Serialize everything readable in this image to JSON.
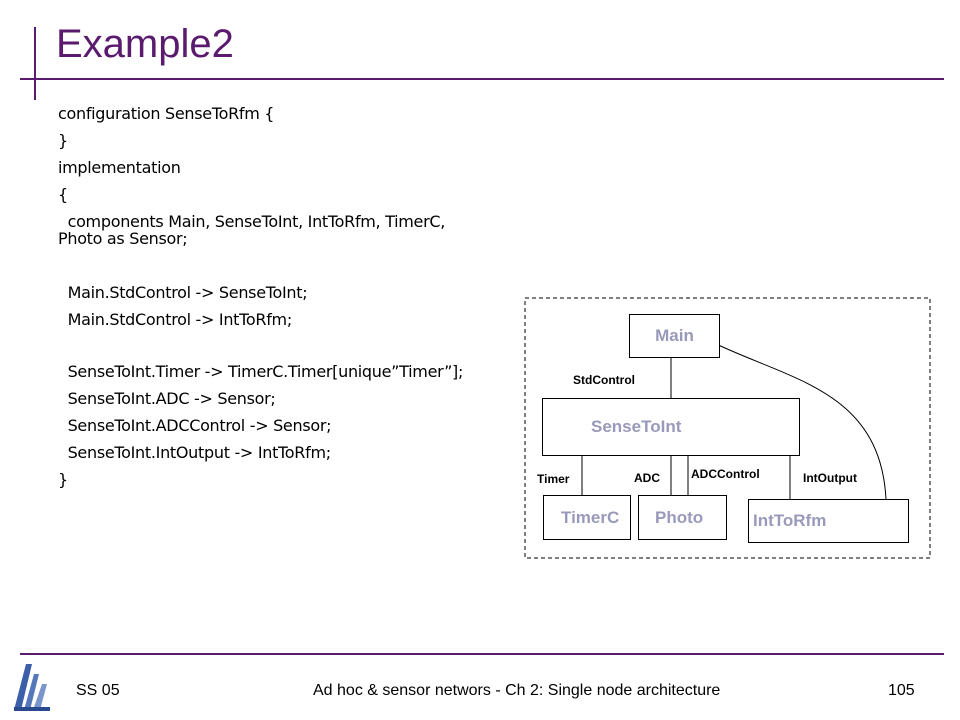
{
  "slide": {
    "title": "Example2",
    "code_lines": [
      "configuration SenseToRfm {",
      "}",
      "implementation",
      "{",
      "  components Main, SenseToInt, IntToRfm, TimerC,",
      "Photo as Sensor;",
      "  Main.StdControl -> SenseToInt;",
      "  Main.StdControl -> IntToRfm;",
      "  SenseToInt.Timer -> TimerC.Timer[unique”Timer”];",
      "  SenseToInt.ADC -> Sensor;",
      "  SenseToInt.ADCControl -> Sensor;",
      "  SenseToInt.IntOutput -> IntToRfm;",
      "}"
    ]
  },
  "diagram": {
    "boxes": {
      "main": "Main",
      "sensetoint": "SenseToInt",
      "timerc": "TimerC",
      "photo": "Photo",
      "inttorfm": "IntToRfm"
    },
    "edge_labels": {
      "stdcontrol": "StdControl",
      "timer": "Timer",
      "adc": "ADC",
      "adccontrol": "ADCControl",
      "intoutput": "IntOutput"
    }
  },
  "footer": {
    "left": "SS 05",
    "center": "Ad hoc & sensor networs - Ch 2: Single node architecture",
    "page": "105"
  },
  "colors": {
    "title": "#5a1a6e",
    "rule": "#5a1a6e",
    "box_text": "#9999bb"
  }
}
